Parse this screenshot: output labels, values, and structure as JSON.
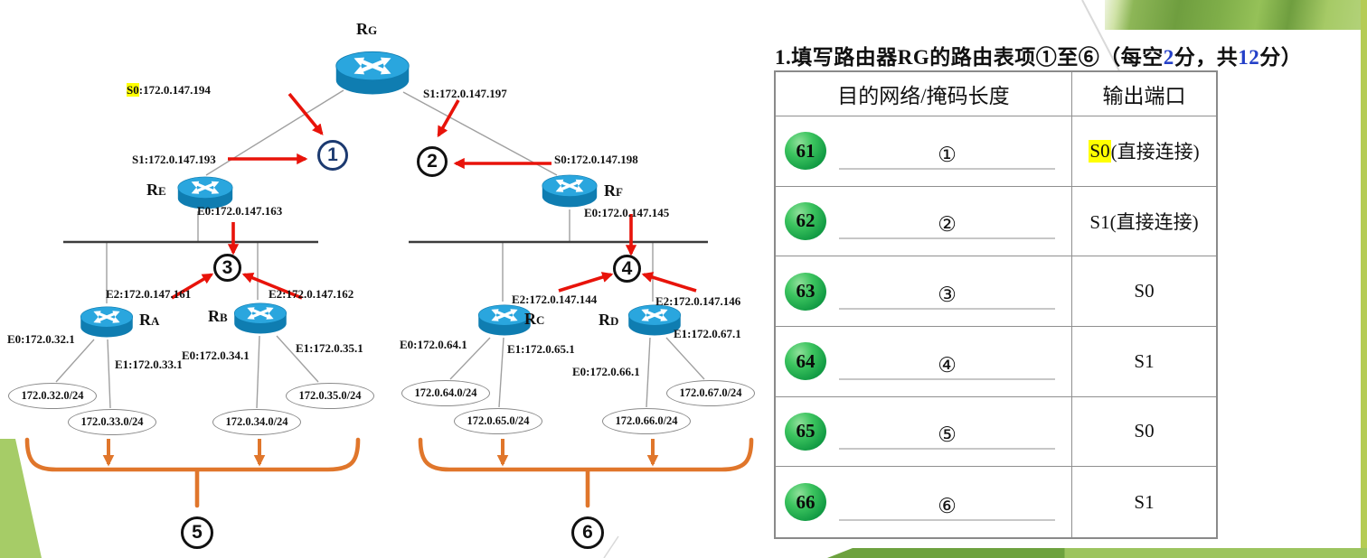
{
  "question": {
    "title_p1": "1.填写路由器RG的路由表项①至⑥（每空",
    "title_n1": "2",
    "title_p2": "分，共",
    "title_n2": "12",
    "title_p3": "分）"
  },
  "table": {
    "header_dest": "目的网络/掩码长度",
    "header_port": "输出端口",
    "rows": [
      {
        "badge": "61",
        "blank": "①",
        "port_hl": "S0",
        "port": "(直接连接)"
      },
      {
        "badge": "62",
        "blank": "②",
        "port_hl": "",
        "port": "S1(直接连接)"
      },
      {
        "badge": "63",
        "blank": "③",
        "port_hl": "",
        "port": "S0"
      },
      {
        "badge": "64",
        "blank": "④",
        "port_hl": "",
        "port": "S1"
      },
      {
        "badge": "65",
        "blank": "⑤",
        "port_hl": "",
        "port": "S0"
      },
      {
        "badge": "66",
        "blank": "⑥",
        "port_hl": "",
        "port": "S1"
      }
    ]
  },
  "topology": {
    "routers": {
      "rg": {
        "big": "R",
        "small": "G"
      },
      "re": {
        "big": "R",
        "small": "E"
      },
      "rf": {
        "big": "R",
        "small": "F"
      },
      "ra": {
        "big": "R",
        "small": "A"
      },
      "rb": {
        "big": "R",
        "small": "B"
      },
      "rc": {
        "big": "R",
        "small": "C"
      },
      "rd": {
        "big": "R",
        "small": "D"
      }
    },
    "if": {
      "rg_s0_hl": "S0",
      "rg_s0_rest": ":172.0.147.194",
      "rg_s1": "S1:172.0.147.197",
      "re_s1": "S1:172.0.147.193",
      "re_e0": "E0:172.0.147.163",
      "rf_s0": "S0:172.0.147.198",
      "rf_e0": "E0:172.0.147.145",
      "ra_e2": "E2:172.0.147.161",
      "rb_e2": "E2:172.0.147.162",
      "ra_e0": "E0:172.0.32.1",
      "ra_e1": "E1:172.0.33.1",
      "rb_e0": "E0:172.0.34.1",
      "rb_e1": "E1:172.0.35.1",
      "rc_e2": "E2:172.0.147.144",
      "rd_e2": "E2:172.0.147.146",
      "rc_e0": "E0:172.0.64.1",
      "rc_e1": "E1:172.0.65.1",
      "rd_e0": "E0:172.0.66.1",
      "rd_e1": "E1:172.0.67.1"
    },
    "networks": {
      "n32": "172.0.32.0/24",
      "n33": "172.0.33.0/24",
      "n34": "172.0.34.0/24",
      "n35": "172.0.35.0/24",
      "n64": "172.0.64.0/24",
      "n65": "172.0.65.0/24",
      "n66": "172.0.66.0/24",
      "n67": "172.0.67.0/24"
    },
    "markers": {
      "m1": "1",
      "m2": "2",
      "m3": "3",
      "m4": "4",
      "m5": "5",
      "m6": "6"
    }
  },
  "colors": {
    "highlight": "#ffff00",
    "arrow_red": "#e8130a",
    "brace_orange": "#e0762b",
    "router_blue": "#2aa6de",
    "badge_green": "#119a43",
    "theme_green": "#9cc45f",
    "marker1_navy": "#1c3a70"
  }
}
